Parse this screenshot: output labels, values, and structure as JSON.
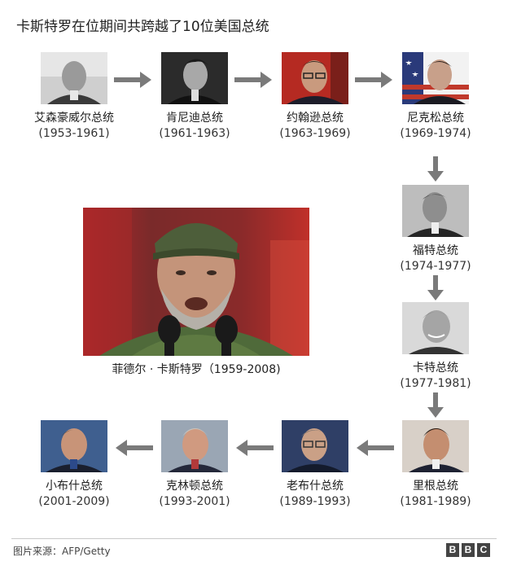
{
  "title": "卡斯特罗在位期间共跨越了10位美国总统",
  "presidents": [
    {
      "name": "艾森豪威尔总统",
      "years": "(1953-1961)"
    },
    {
      "name": "肯尼迪总统",
      "years": "(1961-1963)"
    },
    {
      "name": "约翰逊总统",
      "years": "(1963-1969)"
    },
    {
      "name": "尼克松总统",
      "years": "(1969-1974)"
    },
    {
      "name": "福特总统",
      "years": "(1974-1977)"
    },
    {
      "name": "卡特总统",
      "years": "(1977-1981)"
    },
    {
      "name": "里根总统",
      "years": "(1981-1989)"
    },
    {
      "name": "老布什总统",
      "years": "(1989-1993)"
    },
    {
      "name": "克林顿总统",
      "years": "(1993-2001)"
    },
    {
      "name": "小布什总统",
      "years": "(2001-2009)"
    }
  ],
  "castro": {
    "caption": "菲德尔 · 卡斯特罗（1959-2008)"
  },
  "footer": {
    "source": "图片来源：AFP/Getty",
    "logo": [
      "B",
      "B",
      "C"
    ]
  },
  "colors": {
    "arrow": "#7a7a7a",
    "text": "#222222",
    "rule": "#c9c9c9"
  }
}
